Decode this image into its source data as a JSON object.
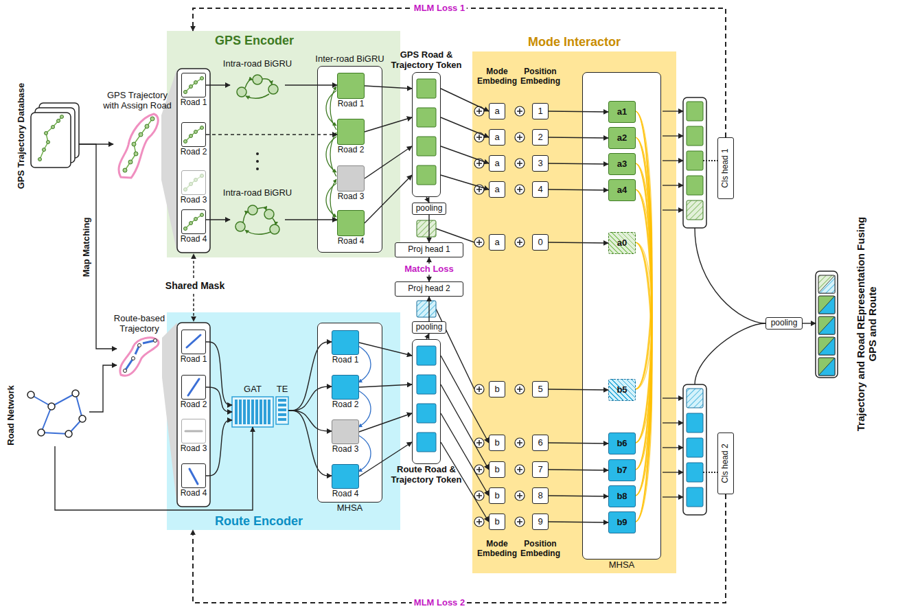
{
  "diagram": {
    "nodes": [
      {
        "text": [
          "GPS Trajectory Database"
        ]
      },
      {
        "text": [
          "GPS Trajectory with Assign Road"
        ]
      },
      {
        "text": [
          "Road Network"
        ]
      },
      {
        "text": [
          "Route-based Trajectory"
        ]
      },
      {
        "text": [
          "GPS Encoder"
        ]
      },
      {
        "text": [
          "Road 1"
        ],
        "in": 4
      },
      {
        "text": [
          "Road 2"
        ],
        "in": 4
      },
      {
        "text": [
          "Road 3"
        ],
        "in": 4
      },
      {
        "text": [
          "Road 4"
        ],
        "in": 4
      },
      {
        "text": [
          "Intra-road BiGRU"
        ],
        "in": 4
      },
      {
        "text": [
          "Intra-road BiGRU"
        ],
        "in": 4
      },
      {
        "text": [
          "Inter-road BiGRU"
        ],
        "in": 4
      },
      {
        "text": [
          "Road 1"
        ],
        "in": 11
      },
      {
        "text": [
          "Road 2"
        ],
        "in": 11
      },
      {
        "text": [
          "Road 3"
        ],
        "in": 11
      },
      {
        "text": [
          "Road 4"
        ],
        "in": 11
      },
      {
        "text": [
          "Route Encoder"
        ]
      },
      {
        "text": [
          "Road 1"
        ],
        "in": 16
      },
      {
        "text": [
          "Road 2"
        ],
        "in": 16
      },
      {
        "text": [
          "Road 3"
        ],
        "in": 16
      },
      {
        "text": [
          "Road 4"
        ],
        "in": 16
      },
      {
        "text": [
          "GAT"
        ],
        "in": 16
      },
      {
        "text": [
          "TE"
        ],
        "in": 16
      },
      {
        "text": [
          "MHSA"
        ],
        "in": 16
      },
      {
        "text": [
          "Road 1"
        ],
        "in": 23
      },
      {
        "text": [
          "Road 2"
        ],
        "in": 23
      },
      {
        "text": [
          "Road 3"
        ],
        "in": 23
      },
      {
        "text": [
          "Road 4"
        ],
        "in": 23
      },
      {
        "text": [
          "GPS Road & Trajectory Token"
        ]
      },
      {
        "text": [
          "pooling"
        ]
      },
      {
        "text": [
          "Proj head 1"
        ]
      },
      {
        "text": [
          "Proj head 2"
        ]
      },
      {
        "text": [
          "pooling"
        ]
      },
      {
        "text": [
          "Route Road & Trajectory Token"
        ]
      },
      {
        "text": [
          "Mode Interactor"
        ]
      },
      {
        "text": [
          "a"
        ],
        "in": 34
      },
      {
        "text": [
          "1"
        ],
        "in": 34
      },
      {
        "text": [
          "a"
        ],
        "in": 34
      },
      {
        "text": [
          "2"
        ],
        "in": 34
      },
      {
        "text": [
          "a"
        ],
        "in": 34
      },
      {
        "text": [
          "3"
        ],
        "in": 34
      },
      {
        "text": [
          "a"
        ],
        "in": 34
      },
      {
        "text": [
          "4"
        ],
        "in": 34
      },
      {
        "text": [
          "a"
        ],
        "in": 34
      },
      {
        "text": [
          "0"
        ],
        "in": 34
      },
      {
        "text": [
          "b"
        ],
        "in": 34
      },
      {
        "text": [
          "5"
        ],
        "in": 34
      },
      {
        "text": [
          "b"
        ],
        "in": 34
      },
      {
        "text": [
          "6"
        ],
        "in": 34
      },
      {
        "text": [
          "b"
        ],
        "in": 34
      },
      {
        "text": [
          "7"
        ],
        "in": 34
      },
      {
        "text": [
          "b"
        ],
        "in": 34
      },
      {
        "text": [
          "8"
        ],
        "in": 34
      },
      {
        "text": [
          "b"
        ],
        "in": 34
      },
      {
        "text": [
          "9"
        ],
        "in": 34
      },
      {
        "text": [
          "MHSA"
        ],
        "in": 34
      },
      {
        "text": [
          "a1"
        ],
        "in": 55
      },
      {
        "text": [
          "a2"
        ],
        "in": 55
      },
      {
        "text": [
          "a3"
        ],
        "in": 55
      },
      {
        "text": [
          "a4"
        ],
        "in": 55
      },
      {
        "text": [
          "a0"
        ],
        "in": 55
      },
      {
        "text": [
          "b5"
        ],
        "in": 55
      },
      {
        "text": [
          "b6"
        ],
        "in": 55
      },
      {
        "text": [
          "b7"
        ],
        "in": 55
      },
      {
        "text": [
          "b8"
        ],
        "in": 55
      },
      {
        "text": [
          "b9"
        ],
        "in": 55
      },
      {
        "text": [
          "Cls head 1"
        ]
      },
      {
        "text": [
          "Cls head 2"
        ]
      },
      {
        "text": [
          "pooling"
        ]
      }
    ],
    "edges": [
      {
        "from": 0,
        "to": 1,
        "arrow": "to"
      },
      {
        "from": 0,
        "to": 3,
        "arrow": "to"
      },
      {
        "from": 2,
        "to": 3,
        "arrow": "to"
      },
      {
        "from": 2,
        "to": 21,
        "arrow": "to"
      },
      {
        "from": 5,
        "to": 9,
        "arrow": "to"
      },
      {
        "from": 9,
        "to": 12,
        "arrow": "to"
      },
      {
        "from": 6,
        "to": 13,
        "arrow": "to"
      },
      {
        "from": 8,
        "to": 10,
        "arrow": "to"
      },
      {
        "from": 10,
        "to": 15,
        "arrow": "to"
      },
      {
        "from": 12,
        "to": 28,
        "arrow": "to"
      },
      {
        "from": 13,
        "to": 28,
        "arrow": "to"
      },
      {
        "from": 14,
        "to": 28,
        "arrow": "to"
      },
      {
        "from": 15,
        "to": 28,
        "arrow": "to"
      },
      {
        "from": 28,
        "to": 29,
        "arrow": "to"
      },
      {
        "from": 29,
        "to": 30,
        "arrow": "to"
      },
      {
        "from": 30,
        "to": 31,
        "arrow": "both",
        "label": "Match Loss"
      },
      {
        "from": 33,
        "to": 32,
        "arrow": "to"
      },
      {
        "from": 32,
        "to": 31,
        "arrow": "to"
      },
      {
        "from": 17,
        "to": 21,
        "arrow": "to"
      },
      {
        "from": 18,
        "to": 21,
        "arrow": "to"
      },
      {
        "from": 20,
        "to": 21,
        "arrow": "to"
      },
      {
        "from": 22,
        "to": 24,
        "arrow": "to"
      },
      {
        "from": 22,
        "to": 25,
        "arrow": "to"
      },
      {
        "from": 22,
        "to": 26,
        "arrow": "to"
      },
      {
        "from": 22,
        "to": 27,
        "arrow": "to"
      },
      {
        "from": 24,
        "to": 33,
        "arrow": "to"
      },
      {
        "from": 25,
        "to": 33,
        "arrow": "to"
      },
      {
        "from": 26,
        "to": 33,
        "arrow": "to"
      },
      {
        "from": 27,
        "to": 33,
        "arrow": "to"
      },
      {
        "from": 28,
        "to": 35,
        "arrow": "to"
      },
      {
        "from": 28,
        "to": 37,
        "arrow": "to"
      },
      {
        "from": 28,
        "to": 39,
        "arrow": "to"
      },
      {
        "from": 28,
        "to": 41,
        "arrow": "to"
      },
      {
        "from": 33,
        "to": 47,
        "arrow": "to"
      },
      {
        "from": 33,
        "to": 49,
        "arrow": "to"
      },
      {
        "from": 33,
        "to": 51,
        "arrow": "to"
      },
      {
        "from": 33,
        "to": 53,
        "arrow": "to"
      },
      {
        "from": 36,
        "to": 56,
        "arrow": "to"
      },
      {
        "from": 38,
        "to": 57,
        "arrow": "to"
      },
      {
        "from": 40,
        "to": 58,
        "arrow": "to"
      },
      {
        "from": 42,
        "to": 59,
        "arrow": "to"
      },
      {
        "from": 44,
        "to": 60,
        "arrow": "to"
      },
      {
        "from": 46,
        "to": 61,
        "arrow": "to"
      },
      {
        "from": 48,
        "to": 62,
        "arrow": "to"
      },
      {
        "from": 50,
        "to": 63,
        "arrow": "to"
      },
      {
        "from": 52,
        "to": 64,
        "arrow": "to"
      },
      {
        "from": 54,
        "to": 65,
        "arrow": "to"
      },
      {
        "from": 66,
        "to": 4,
        "arrow": "to",
        "label": "MLM Loss 1"
      },
      {
        "from": 67,
        "to": 16,
        "arrow": "to",
        "label": "MLM Loss 2"
      }
    ],
    "labels": [
      "Map Matching",
      "Shared Mask",
      "Mode Embeding",
      "Position Embeding",
      "Mode Embeding",
      "Position Embeding",
      "Trajectory and Road REpresentation Fusing GPS and Route"
    ]
  }
}
